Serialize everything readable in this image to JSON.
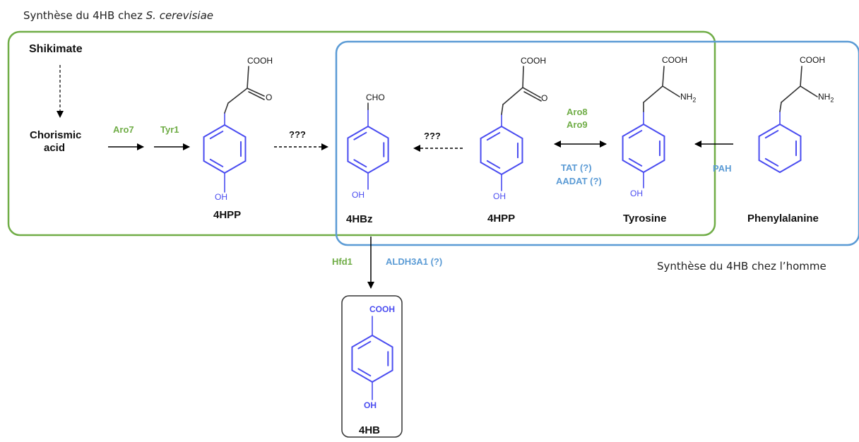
{
  "captions": {
    "yeast_prefix": "Synthèse du 4HB chez ",
    "yeast_species": "S. cerevisiae",
    "human": "Synthèse du 4HB chez l’homme"
  },
  "nodes": {
    "shikimate": "Shikimate",
    "chorismic_line1": "Chorismic",
    "chorismic_line2": "acid",
    "hpp_yeast": "4HPP",
    "hbz": "4HBz",
    "hpp_human": "4HPP",
    "tyrosine": "Tyrosine",
    "phenylalanine": "Phenylalanine",
    "hb": "4HB"
  },
  "enzymes": {
    "aro7": "Aro7",
    "tyr1": "Tyr1",
    "aro8": "Aro8",
    "aro9": "Aro9",
    "tat": "TAT (?)",
    "aadat": "AADAT (?)",
    "pah": "PAH",
    "hfd1": "Hfd1",
    "aldh3a1": "ALDH3A1 (?)",
    "unknown1": "???",
    "unknown2": "???"
  },
  "groups": {
    "cooh": "COOH",
    "o": "O",
    "oh": "OH",
    "cho": "CHO",
    "nh2_main": "NH",
    "nh2_sub": "2"
  },
  "colors": {
    "yeast_box": "#70ad47",
    "human_box": "#5b9bd5",
    "ring": "#4a4cf0",
    "bond": "#333333"
  }
}
